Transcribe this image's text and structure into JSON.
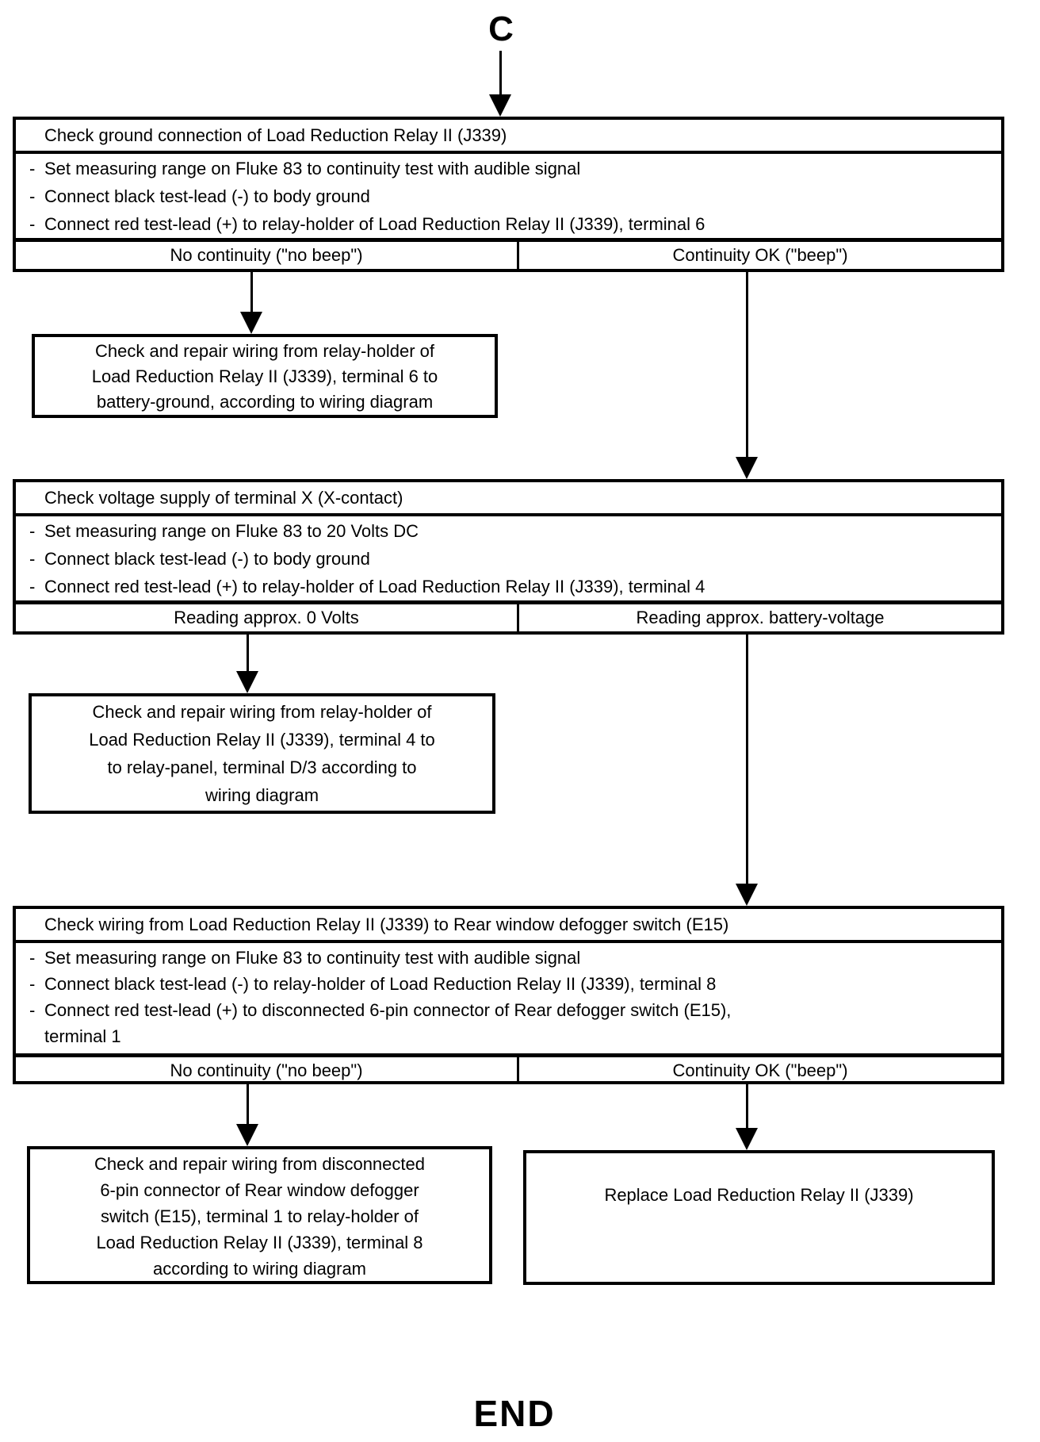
{
  "flow": {
    "connector": "C",
    "end": "END",
    "step_marker": "-"
  },
  "decisions": [
    {
      "title": "Check ground connection of Load Reduction Relay II (J339)",
      "steps": [
        "Set measuring range on Fluke 83 to continuity test with audible signal",
        "Connect black test-lead (-) to body ground",
        "Connect red test-lead (+) to relay-holder of Load Reduction Relay II (J339), terminal 6"
      ],
      "result_left": "No continuity (\"no beep\")",
      "result_right": "Continuity OK (\"beep\")"
    },
    {
      "title": "Check voltage supply of terminal X (X-contact)",
      "steps": [
        "Set measuring range on Fluke 83 to 20 Volts DC",
        "Connect black test-lead (-) to body ground",
        "Connect red test-lead (+) to relay-holder of Load Reduction Relay II (J339), terminal 4"
      ],
      "result_left": "Reading approx. 0 Volts",
      "result_right": "Reading approx. battery-voltage"
    },
    {
      "title": "Check wiring from Load Reduction Relay II (J339) to Rear window defogger switch (E15)",
      "steps": [
        "Set measuring range on Fluke 83 to continuity test with audible signal",
        "Connect black test-lead (-) to relay-holder of Load Reduction Relay II (J339), terminal 8",
        [
          "Connect red test-lead (+) to disconnected 6-pin connector of Rear defogger switch (E15),",
          "terminal 1"
        ]
      ],
      "result_left": "No continuity (\"no beep\")",
      "result_right": "Continuity OK (\"beep\")"
    }
  ],
  "actions": [
    {
      "lines": [
        "Check and repair wiring from relay-holder of",
        "Load Reduction Relay II (J339), terminal 6 to",
        "battery-ground, according to wiring diagram"
      ]
    },
    {
      "lines": [
        "Check and repair wiring from relay-holder of",
        "Load Reduction Relay II (J339), terminal 4 to",
        "to relay-panel, terminal D/3 according to",
        "wiring diagram"
      ]
    },
    {
      "lines": [
        "Check and repair wiring from disconnected",
        "6-pin connector of Rear window defogger",
        "switch (E15), terminal 1 to relay-holder of",
        "Load Reduction Relay II (J339), terminal 8",
        "according to wiring diagram"
      ]
    },
    {
      "lines": [
        "Replace Load Reduction Relay II (J339)"
      ]
    }
  ]
}
